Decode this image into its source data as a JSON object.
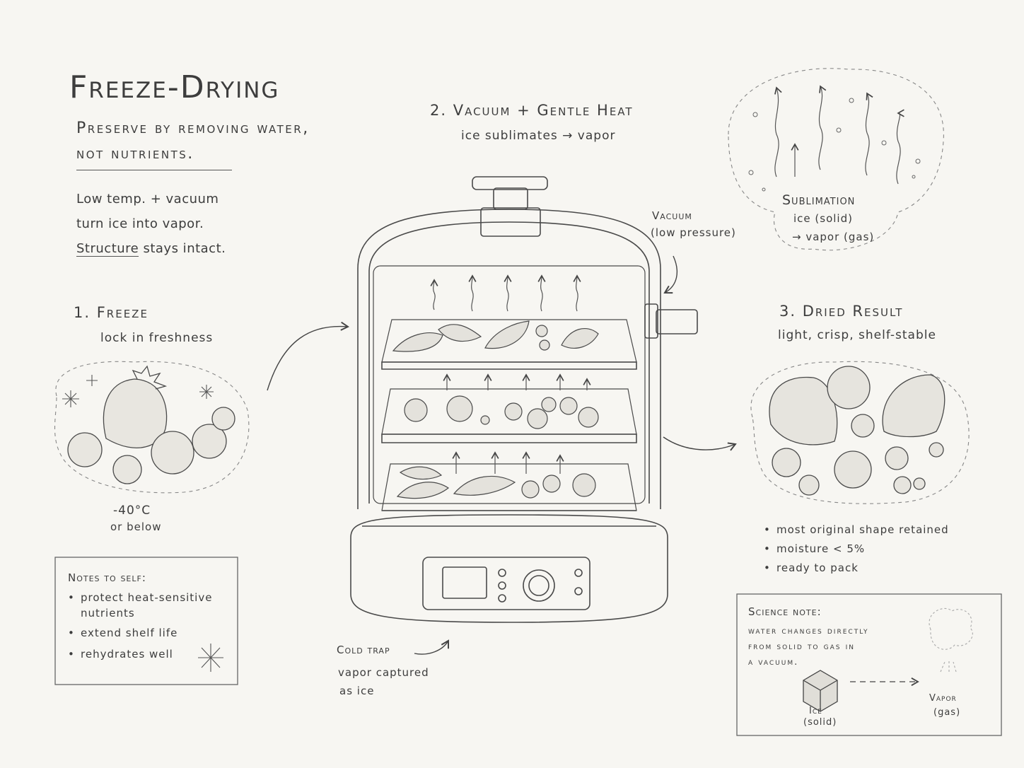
{
  "header": {
    "title": "Freeze-Drying",
    "subtitle_line1": "Preserve by removing water,",
    "subtitle_line2": "not nutrients."
  },
  "intro": {
    "line1": "Low temp. + vacuum",
    "line2": "turn ice into vapor.",
    "line3_underlined": "Structure",
    "line3_rest": "stays intact."
  },
  "step1": {
    "heading": "1. Freeze",
    "sub": "lock in freshness",
    "temp": "-40°C",
    "temp_sub": "or below"
  },
  "step2": {
    "heading": "2. Vacuum + Gentle Heat",
    "sub": "ice sublimates → vapor"
  },
  "step3": {
    "heading": "3. Dried Result",
    "sub": "light, crisp, shelf-stable",
    "bullets": [
      "most original shape retained",
      "moisture < 5%",
      "ready to pack"
    ]
  },
  "vacuum_label": {
    "line1": "Vacuum",
    "line2": "(low pressure)"
  },
  "sublimation": {
    "title": "Sublimation",
    "line1": "ice (solid)",
    "line2": "→ vapor (gas)"
  },
  "cold_trap": {
    "title": "Cold trap",
    "line1": "vapor captured",
    "line2": "as ice"
  },
  "notes": {
    "title": "Notes to self:",
    "items": [
      "protect heat-sensitive nutrients",
      "extend shelf life",
      "rehydrates well"
    ]
  },
  "science_note": {
    "title": "Science note:",
    "line1": "water changes directly",
    "line2": "from solid to gas in",
    "line3": "a vacuum.",
    "ice_label": "Ice",
    "ice_sub": "(solid)",
    "vapor_label": "Vapor",
    "vapor_sub": "(gas)"
  },
  "colors": {
    "pencil": "#3d3d3d",
    "paper": "#f7f6f2"
  }
}
